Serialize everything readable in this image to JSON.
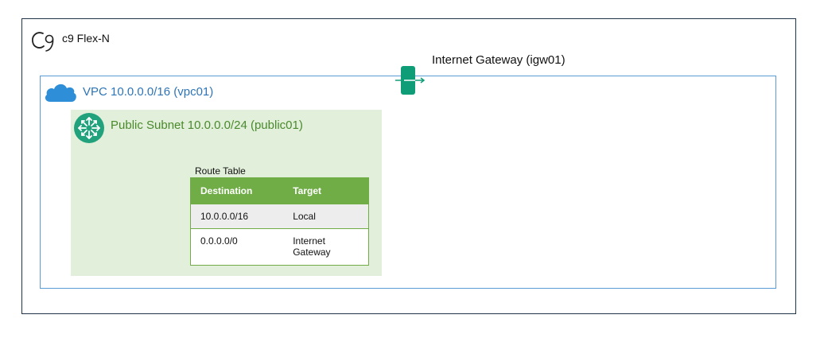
{
  "account": {
    "title": "c9 Flex-N",
    "logo_icon": "c9-logo-icon"
  },
  "vpc": {
    "label": "VPC 10.0.0.0/16 (vpc01)",
    "icon": "cloud-icon",
    "color": "#2e75b6"
  },
  "subnet": {
    "label": "Public Subnet 10.0.0.0/24 (public01)",
    "icon": "router-icon",
    "color": "#4a8a2c",
    "background": "#e2efda"
  },
  "route_table": {
    "caption": "Route Table",
    "headers": {
      "destination": "Destination",
      "target": "Target"
    },
    "rows": [
      {
        "destination": "10.0.0.0/16",
        "target": "Local"
      },
      {
        "destination": "0.0.0.0/0",
        "target": "Internet Gateway"
      }
    ],
    "header_color": "#70ad47"
  },
  "gateway": {
    "label": "Internet Gateway (igw01)",
    "icon": "internet-gateway-icon",
    "color": "#0f9d78"
  }
}
